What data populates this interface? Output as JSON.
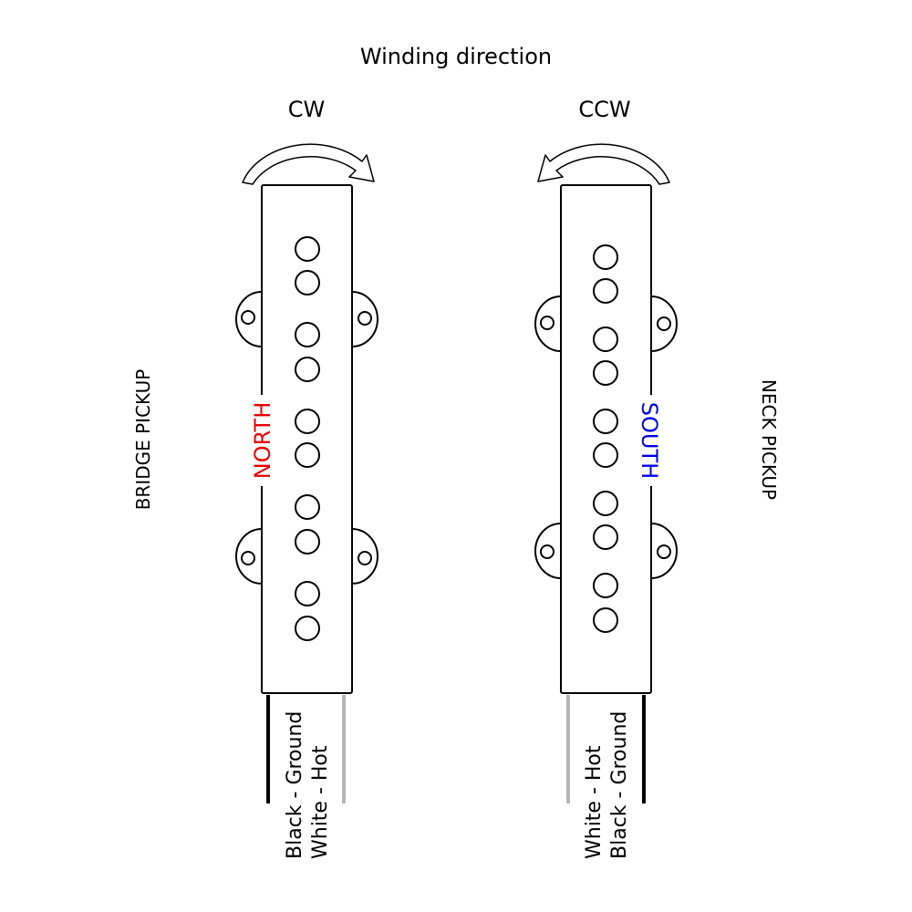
{
  "diagram": {
    "title": "Winding direction",
    "bridge": {
      "side_label": "BRIDGE PICKUP",
      "winding": "CW",
      "pole": "NORTH",
      "pole_color": "#e60000",
      "wire1": "Black - Ground",
      "wire2": "White - Hot",
      "wire1_color": "#000000",
      "wire2_color": "#b3b3b3"
    },
    "neck": {
      "side_label": "NECK PICKUP",
      "winding": "CCW",
      "pole": "SOUTH",
      "pole_color": "#0000e6",
      "wire1": "White - Hot",
      "wire2": "Black - Ground",
      "wire1_color": "#b3b3b3",
      "wire2_color": "#000000"
    }
  }
}
